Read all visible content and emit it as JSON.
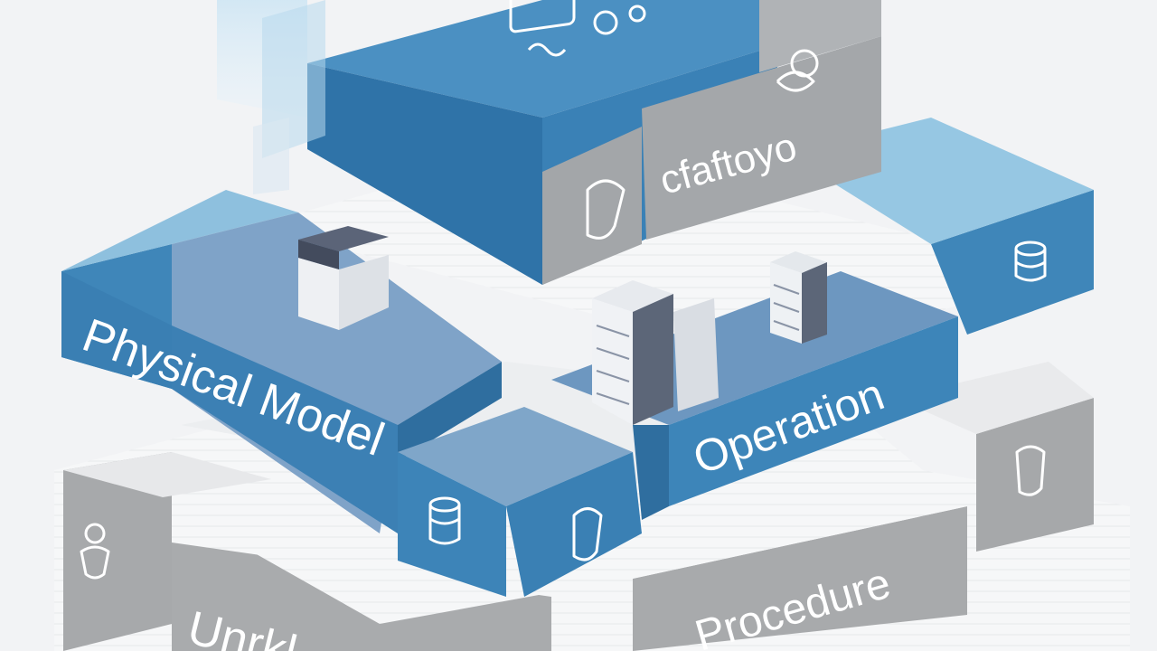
{
  "labels": {
    "physical_model": "Physical Model",
    "operation": "Operation",
    "procedure": "Procedure",
    "unrk": "Unrkl",
    "gray_panel": "cfaftoyo"
  },
  "colors": {
    "background": "#f2f3f5",
    "blue_top": "#8fc0dd",
    "blue_front": "#3f86b9",
    "blue_side": "#2f6e9f",
    "gray_front": "#a7a9ab",
    "gray_top": "#dcdde0",
    "white_slab": "#f7f8f9"
  },
  "icons": [
    "chart-icon",
    "server-rack-icon",
    "database-icon",
    "gear-icon",
    "tools-icon"
  ]
}
